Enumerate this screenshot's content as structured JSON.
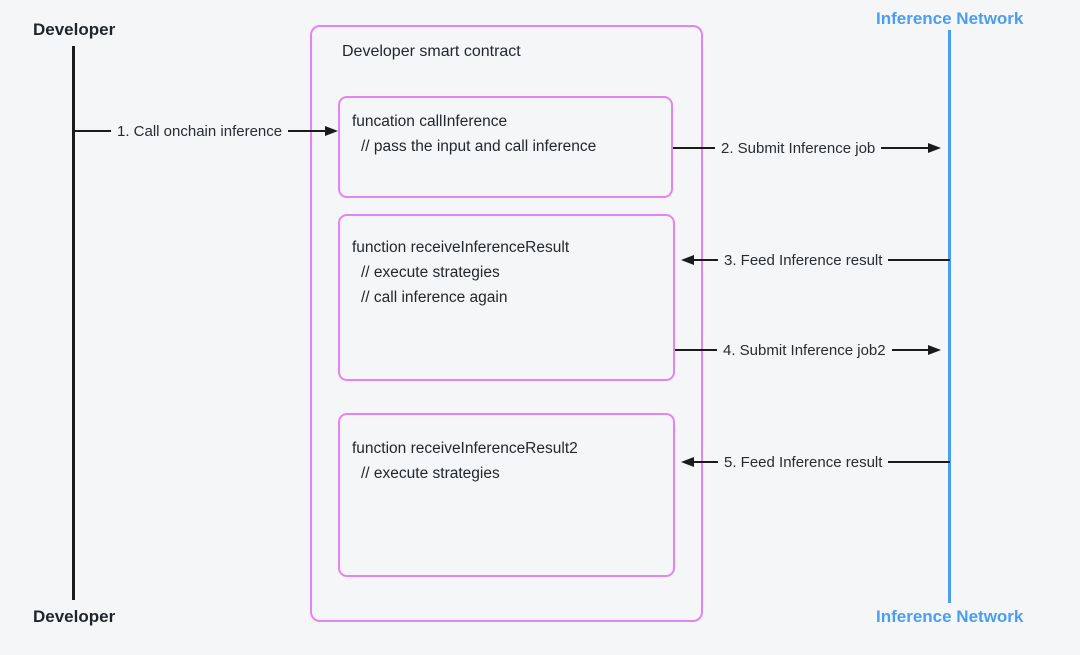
{
  "left_lifeline": {
    "top_label": "Developer",
    "bottom_label": "Developer"
  },
  "right_lifeline": {
    "top_label": "Inference Network",
    "bottom_label": "Inference Network"
  },
  "contract": {
    "title": "Developer smart contract",
    "functions": [
      {
        "signature": "funcation callInference",
        "comment1": "// pass the input and call inference"
      },
      {
        "signature": "function receiveInferenceResult",
        "comment1": "// execute strategies",
        "comment2": "// call inference again"
      },
      {
        "signature": "function receiveInferenceResult2",
        "comment1": "// execute strategies"
      }
    ]
  },
  "messages": [
    {
      "label": "1. Call onchain inference",
      "direction": "right",
      "from": "developer",
      "to": "contract"
    },
    {
      "label": "2. Submit Inference job",
      "direction": "right",
      "from": "contract",
      "to": "inference-network"
    },
    {
      "label": "3. Feed Inference result",
      "direction": "left",
      "from": "inference-network",
      "to": "contract"
    },
    {
      "label": "4. Submit Inference job2",
      "direction": "right",
      "from": "contract",
      "to": "inference-network"
    },
    {
      "label": "5. Feed Inference result",
      "direction": "left",
      "from": "inference-network",
      "to": "contract"
    }
  ],
  "colors": {
    "accent_pink": "#E583F2",
    "accent_blue": "#4A9EF0",
    "line_black": "#1B1B1B",
    "background": "#F5F6F8",
    "text": "#22272B"
  }
}
